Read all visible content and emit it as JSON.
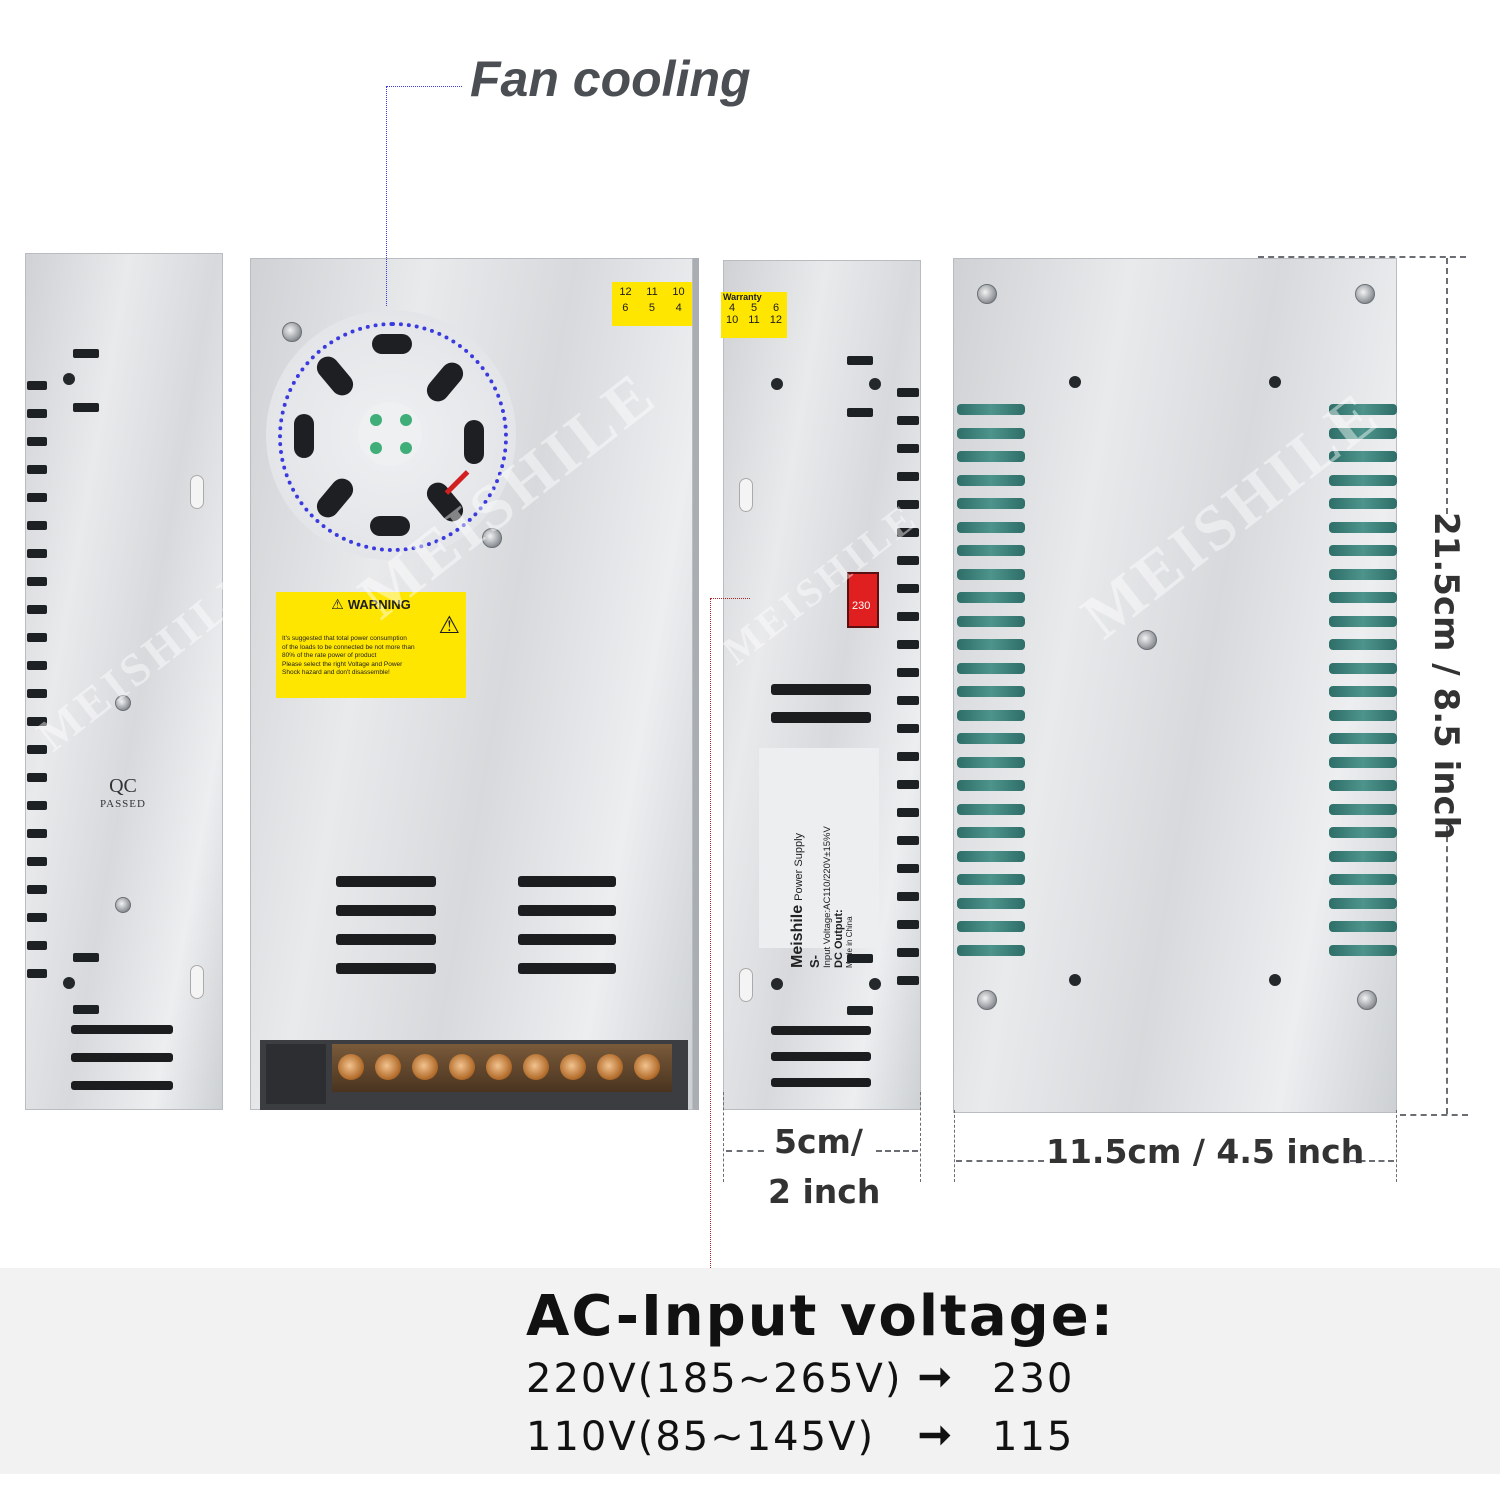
{
  "callout": {
    "fan_label": "Fan cooling"
  },
  "left_panel": {
    "qc_title": "QC",
    "qc_subtitle": "PASSED"
  },
  "warning_label": {
    "title": "WARNING",
    "lines": [
      "It's suggested that total power consumption",
      "of the loads to be connected be not more than",
      "80% of the rate power of product",
      "Please select the right Voltage and Power",
      "Shock hazard and don't disassemble!"
    ]
  },
  "warranty_label": {
    "title": "Warranty",
    "row1": [
      "4",
      "5",
      "6"
    ],
    "row2": [
      "10",
      "11",
      "12"
    ]
  },
  "top_label": {
    "row1": [
      "12",
      "11",
      "10"
    ],
    "row2": [
      "6",
      "5",
      "4"
    ]
  },
  "side_panel": {
    "switch_value": "230",
    "nameplate": {
      "brand": "Meishile",
      "product": "Power Supply",
      "model_prefix": "S-",
      "input_voltage": "Input Voltage:AC110/220V±15%V",
      "dc_output": "DC Output:",
      "origin": "Made in China"
    }
  },
  "watermark": "MEISHILE",
  "dimensions": {
    "depth": "5cm/",
    "depth_inch": "2 inch",
    "width": "11.5cm / 4.5 inch",
    "height": "21.5cm / 8.5 inch"
  },
  "voltage_info": {
    "title": "AC-Input voltage:",
    "rows": [
      {
        "range": "220V(185~265V)",
        "setting": "230"
      },
      {
        "range": "110V(85~145V)",
        "setting": "115"
      }
    ]
  },
  "colors": {
    "accent_dotted": "#3a3adf",
    "dim_red": "#b22222",
    "label_yellow": "#ffe600",
    "vent_green": "#4d948c",
    "switch_red": "#e02020"
  }
}
